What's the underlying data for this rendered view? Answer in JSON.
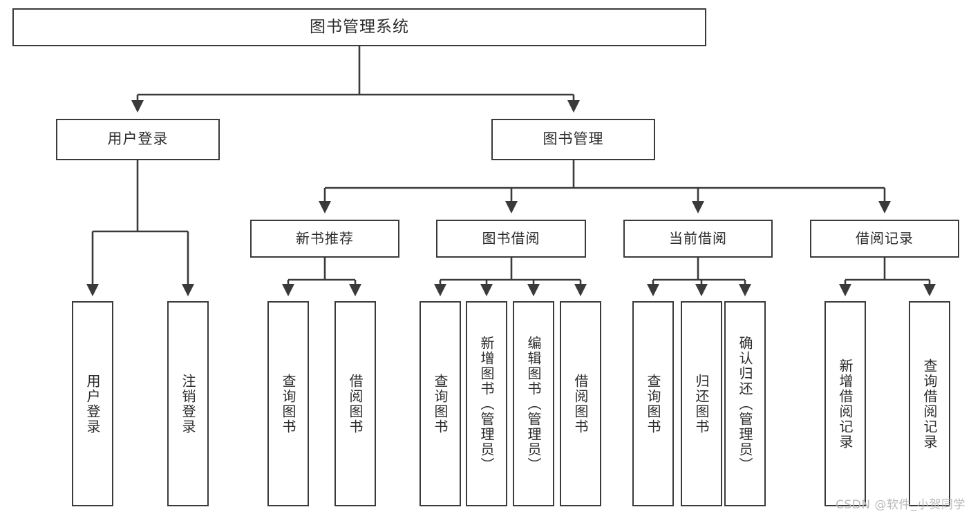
{
  "diagram": {
    "kind": "hierarchy-tree",
    "root": {
      "label": "图书管理系统"
    },
    "level2": [
      {
        "label": "用户登录"
      },
      {
        "label": "图书管理"
      }
    ],
    "level3": [
      {
        "label": "新书推荐"
      },
      {
        "label": "图书借阅"
      },
      {
        "label": "当前借阅"
      },
      {
        "label": "借阅记录"
      }
    ],
    "leaves": {
      "user_login": [
        {
          "label": "用户登录"
        },
        {
          "label": "注销登录"
        }
      ],
      "new_book_recommend": [
        {
          "label": "查询图书"
        },
        {
          "label": "借阅图书"
        }
      ],
      "book_borrow": [
        {
          "label": "查询图书"
        },
        {
          "label": "新增图书（管理员）"
        },
        {
          "label": "编辑图书（管理员）"
        },
        {
          "label": "借阅图书"
        }
      ],
      "current_borrow": [
        {
          "label": "查询图书"
        },
        {
          "label": "归还图书"
        },
        {
          "label": "确认归还（管理员）"
        }
      ],
      "borrow_record": [
        {
          "label": "新增借阅记录"
        },
        {
          "label": "查询借阅记录"
        }
      ]
    },
    "watermark": "CSDN @软件_小贺同学",
    "colors": {
      "stroke": "#3a3a3a",
      "text": "#2b2b2b",
      "background": "#ffffff",
      "watermark": "#b9b9b9"
    }
  }
}
